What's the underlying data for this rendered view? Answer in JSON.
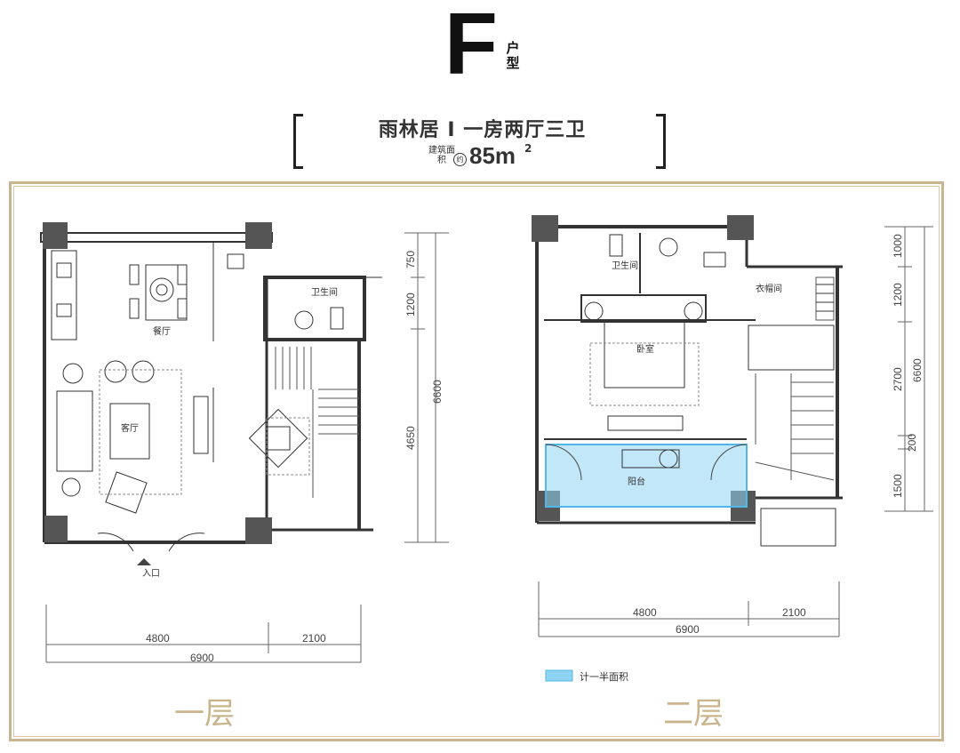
{
  "header": {
    "type_letter": "F",
    "type_suffix": "户型",
    "subtitle": "雨林居 I 一房两厅三卫",
    "area_label": "建筑面积",
    "area_circle": "约",
    "area_value": "85m",
    "area_unit_sup": "2"
  },
  "floor1": {
    "name": "一层",
    "rooms": {
      "dining": "餐厅",
      "living": "客厅",
      "bathroom": "卫生间",
      "entrance": "入口"
    },
    "dims_bottom": [
      "4800",
      "2100",
      "6900"
    ],
    "dims_right": [
      "750",
      "1200",
      "4650",
      "6600"
    ]
  },
  "floor2": {
    "name": "二层",
    "rooms": {
      "bathroom": "卫生间",
      "closet": "衣帽间",
      "bedroom": "卧室",
      "balcony": "阳台"
    },
    "dims_bottom": [
      "4800",
      "2100",
      "6900"
    ],
    "dims_right": [
      "1000",
      "1200",
      "2700",
      "200",
      "1500",
      "6600"
    ]
  },
  "legend": {
    "label": "计一半面积",
    "color": "#8fd3f2"
  },
  "colors": {
    "frame": "#c8b58f",
    "column": "#555555",
    "wall": "#333333",
    "balcony": "#8fd3f2"
  }
}
